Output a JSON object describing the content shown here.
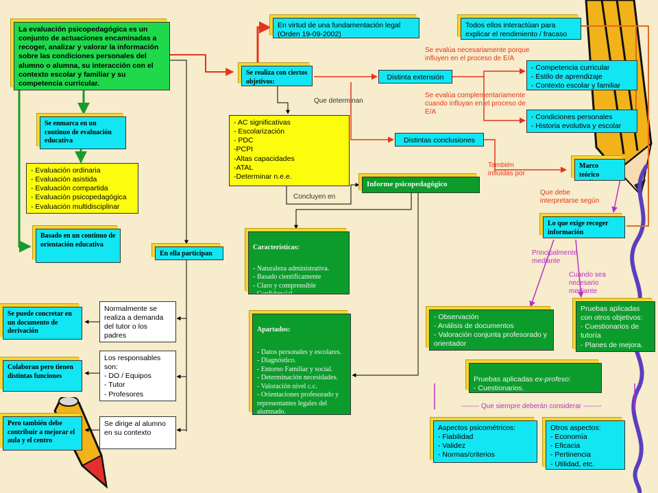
{
  "colors": {
    "background": "#f7eccb",
    "green": "#1fd84b",
    "cyan": "#12e6f2",
    "yellow": "#fcfc0e",
    "dark_green": "#0c9c2c",
    "arrow_red": "#e2351c",
    "arrow_purple": "#b832c8"
  },
  "icons": [
    "pencil-icon",
    "pencil-icon",
    "squiggle-line-icon"
  ],
  "boxes": {
    "definicion": "La evaluación psicopedagógica es un conjunto de actuaciones encaminadas a recoger, analizar y valorar la información sobre las condiciones personales del alumno o alumna, su interacción con el contexto escolar y familiar y su competencia curricular.",
    "enmarca": "Se enmarca en un continuo de evaluación educativa",
    "tipos_evaluacion": "- Evaluación ordinaria\n- Evaluación asistida\n- Evaluación compartida\n- Evaluación psicopedagógica\n- Evaluación multidisciplinar",
    "basado": "Basado en un continuo de orientación educativa",
    "participan": "En ella participan",
    "concretar": "Se puede concretar en un documento de derivación",
    "demanda": "Normalmente se realiza a demanda del tutor o los padres",
    "colaboran": "Colaboran pero tienen distintas funciones",
    "responsables": "Los responsables son:\n- DO / Equipos\n- Tutor\n- Profesores",
    "contribuir": "Pero también debe contribuir a mejorar el aula y el centro",
    "dirige": "Se dirige al alumno en su contexto",
    "virtud": "En virtud de una fundamentación legal (Orden 19-09-2002)",
    "objetivos": "Se realiza con ciertos objetivos:",
    "lista_objetivos": "- AC significativas\n- Escolarización\n- PDC\n-PCPI\n-Altas capacidades\n-ATAL\n-Determinar n.e.e.",
    "informe": "Informe psicopedagógico",
    "caracteristicas_title": "Características:",
    "caracteristicas_list": "- Naturaleza administrativa.\n- Basado científicamente\n- Claro y comprensible\n- Confidencial\n- Funcional, etc.",
    "apartados_title": "Apartados:",
    "apartados_list": "- Datos personales y escolares.\n- Diagnóstico.\n- Entorno Familiar y social.\n- Determinación necesidades.\n- Valoración nivel c.c.\n- Orientaciones profesorado y\n   representantes legales del\nalumnado.",
    "todos": "Todos ellos interactúan para explicar el rendimiento / fracaso",
    "extension": "Distinta extensión",
    "conclusiones": "Distintas conclusiones",
    "competencia": "- Competencia curricular\n- Estilo de aprendizaje\n- Contexto escolar y familiar",
    "condiciones": "- Condiciones personales\n- Historia evolutiva y escolar",
    "marco": "Marco teórico explicativo",
    "recoger": "Lo que exige recoger información",
    "observacion": "- Observación\n- Análisis de documentos\n- Valoración conjunta profesorado y orientador",
    "otras_pruebas": "Pruebas aplicadas con otros objetivos:\n- Cuestionarios de tutoría\n- Planes de mejora.",
    "ex_profeso_title": "Pruebas aplicadas ",
    "ex_profeso_em": "ex-profeso",
    "ex_profeso_rest": ":\n- Cuestionarios.\n- Tests psicológicos y pedagógicos.",
    "psicometricos": "Aspectos psicométricos:\n- Fiabilidad\n- Validez\n- Normas/criterios",
    "otros_aspectos": "Otros aspectos:\n- Economía\n- Eficacia\n- Pertinencia\n- Utilidad, etc."
  },
  "labels": {
    "que_determinan": "Que determinan",
    "concluyen": "Concluyen en",
    "necesariamente": "Se evalúa necesariamente porque influyen en el proceso de E/A",
    "complementariamente": "Se evalúa complementariamente cuando influyan en el proceso de E/A",
    "tambien": "También influidas por",
    "interpretarse": "Que debe interpretarse según",
    "principalmente": "Principalmente mediante",
    "cuando_sea": "Cuando sea necesario mediante",
    "siempre": "--------  Que siempre deberán considerar --------"
  }
}
